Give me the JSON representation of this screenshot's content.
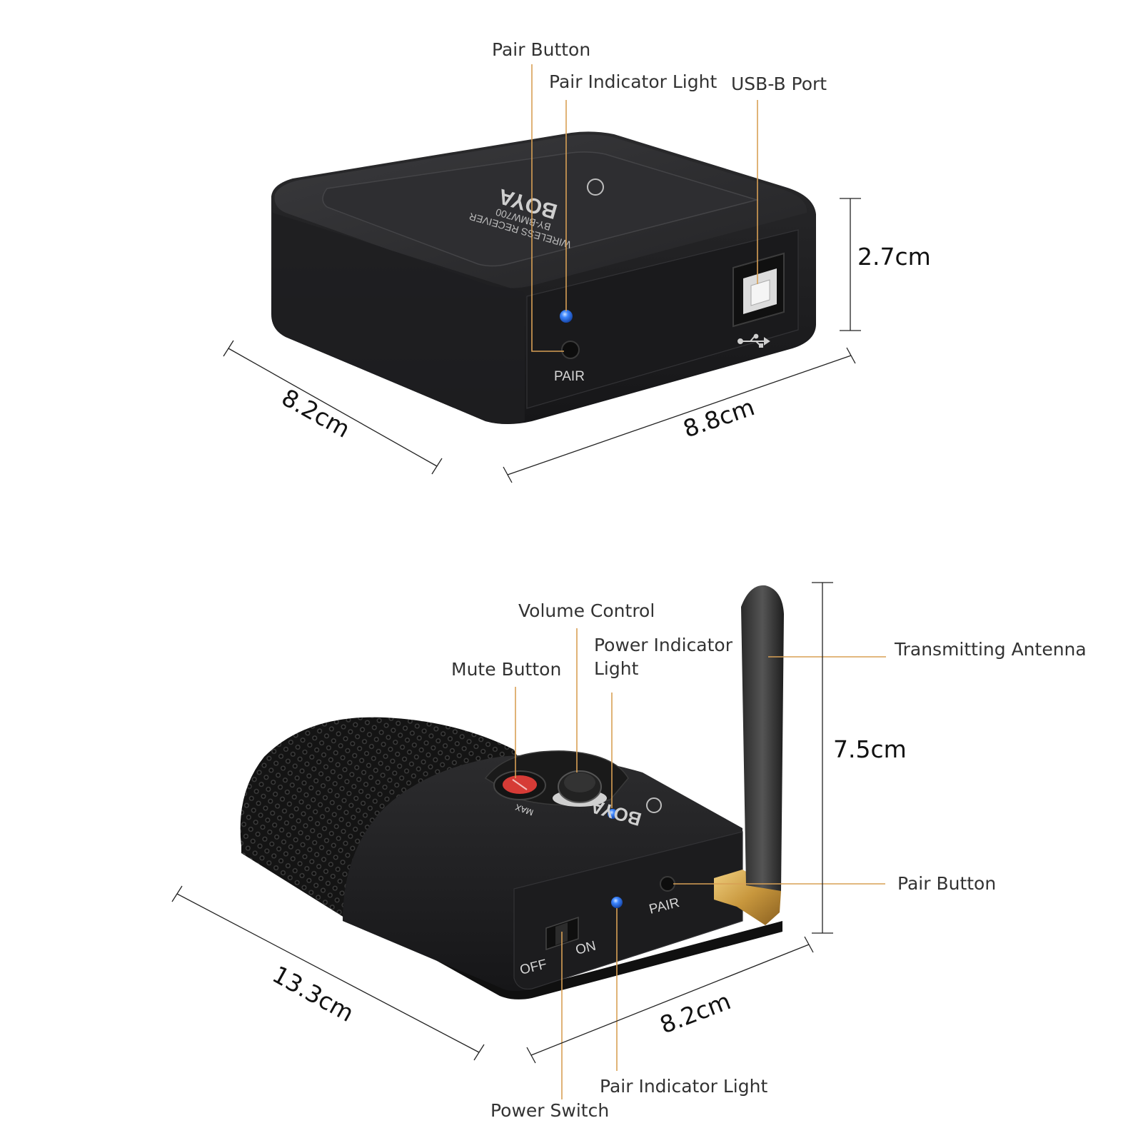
{
  "colors": {
    "leader_line": "#d8a055",
    "device_body": "#1c1c1e",
    "indicator_led": "#2f7bff",
    "mute_button": "#d63b36",
    "antenna_connector": "#c8973d"
  },
  "receiver": {
    "labels": {
      "pair_button": "Pair Button",
      "pair_indicator_light": "Pair Indicator Light",
      "usb_b_port": "USB-B Port"
    },
    "dimensions": {
      "height": "2.7cm",
      "depth": "8.2cm",
      "width": "8.8cm"
    },
    "device_text": {
      "pair": "PAIR",
      "brand": "BOYA",
      "model": "BY-BMW700",
      "product": "WIRELESS RECEIVER"
    }
  },
  "microphone": {
    "labels": {
      "volume_control": "Volume Control",
      "mute_button": "Mute Button",
      "power_indicator_light": "Power Indicator Light",
      "transmitting_antenna": "Transmitting Antenna",
      "pair_button": "Pair Button",
      "pair_indicator_light": "Pair Indicator Light",
      "power_switch": "Power Switch"
    },
    "dimensions": {
      "height": "7.5cm",
      "depth": "13.3cm",
      "width": "8.2cm"
    },
    "device_text": {
      "pair": "PAIR",
      "off": "OFF",
      "on": "ON",
      "brand": "BOYA",
      "max": "MAX"
    }
  }
}
